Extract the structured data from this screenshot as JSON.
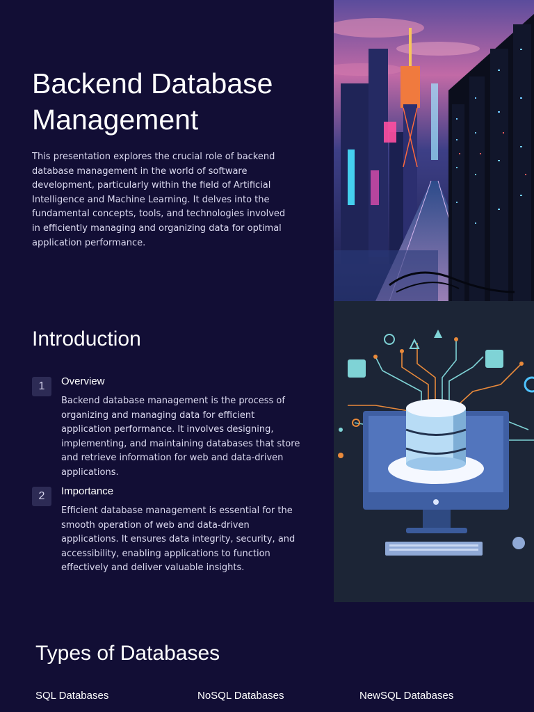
{
  "hero": {
    "title": "Backend Database Management",
    "description": "This presentation explores the crucial role of backend database management in the world of software development, particularly within the field of Artificial Intelligence and Machine Learning. It delves into the fundamental concepts, tools, and technologies involved in efficiently managing and organizing data for optimal application performance."
  },
  "introduction": {
    "heading": "Introduction",
    "items": [
      {
        "number": "1",
        "title": "Overview",
        "body": "Backend database management is the process of organizing and managing data for efficient application performance. It involves designing, implementing, and maintaining databases that store and retrieve information for web and data-driven applications."
      },
      {
        "number": "2",
        "title": "Importance",
        "body": "Efficient database management is essential for the smooth operation of web and data-driven applications. It ensures data integrity, security, and accessibility, enabling applications to function effectively and deliver valuable insights."
      }
    ]
  },
  "types": {
    "heading": "Types of Databases",
    "columns": [
      "SQL Databases",
      "NoSQL Databases",
      "NewSQL Databases"
    ]
  },
  "images": {
    "top": "cyberpunk-city-server-racks-image",
    "middle": "database-computer-illustration"
  },
  "colors": {
    "background": "#120e35",
    "badge": "#2d2b55",
    "text": "#ffffff",
    "body_text": "#dcdaf0"
  }
}
